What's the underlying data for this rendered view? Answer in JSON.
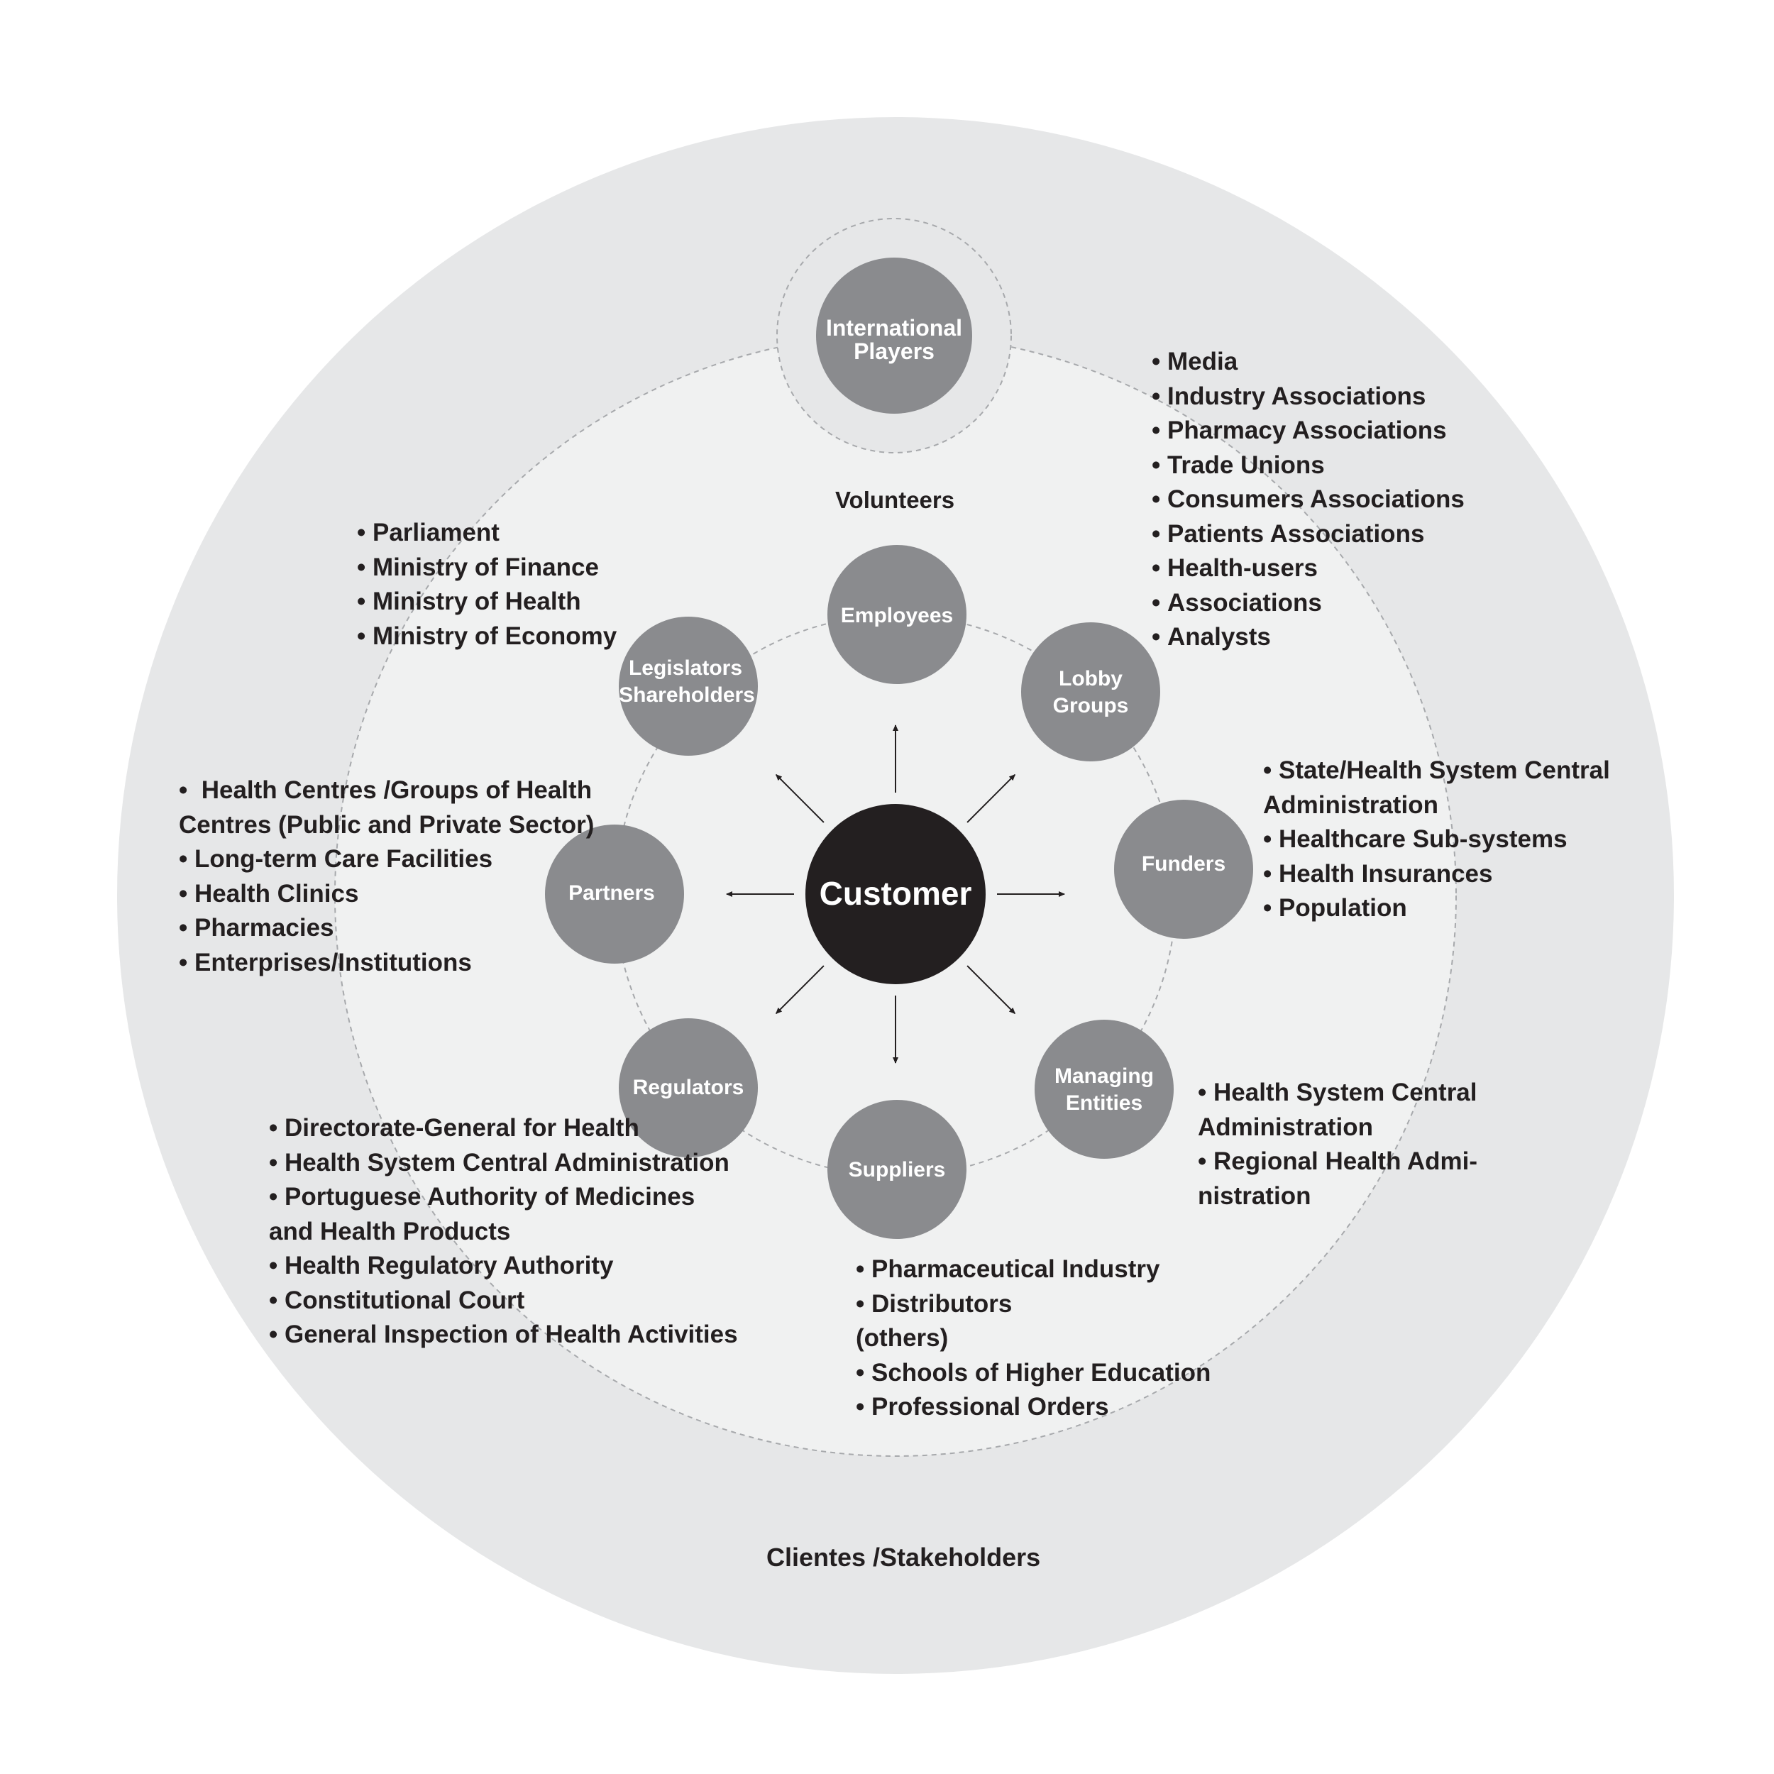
{
  "center": {
    "label": "Customer"
  },
  "nodes": {
    "international_players": {
      "lines": [
        "International",
        "Players"
      ]
    },
    "employees": {
      "lines": [
        "Employees"
      ]
    },
    "lobby_groups": {
      "lines": [
        "Lobby",
        "Groups"
      ]
    },
    "funders": {
      "lines": [
        "Funders"
      ]
    },
    "managing_entities": {
      "lines": [
        "Managing",
        "Entities"
      ]
    },
    "suppliers": {
      "lines": [
        "Suppliers"
      ]
    },
    "regulators": {
      "lines": [
        "Regulators"
      ]
    },
    "partners": {
      "lines": [
        "Partners"
      ]
    },
    "legislators": {
      "lines": [
        "Legislators",
        "Shareholders"
      ]
    }
  },
  "labels": {
    "volunteers": "Volunteers",
    "outer": "Clientes /Stakeholders"
  },
  "lists": {
    "lobby": [
      "Media",
      "Industry Associations",
      "Pharmacy Associations",
      "Trade Unions",
      "Consumers Associations",
      "Patients Associations",
      "Health-users",
      "Associations",
      "Analysts"
    ],
    "legislators": [
      "Parliament",
      "Ministry of Finance",
      "Ministry of Health",
      "Ministry of Economy"
    ],
    "partners": [
      " Health Centres /Groups of  Health",
      "Centres (Public and Private Sector)",
      "Long-term Care Facilities",
      "Health Clinics",
      "Pharmacies",
      "Enterprises/Institutions"
    ],
    "funders": [
      "State/Health System Central",
      "Administration",
      "Healthcare Sub-systems",
      "Health Insurances",
      "Population"
    ],
    "managing": [
      "Health System Central",
      "Administration",
      "Regional Health Admi-",
      "nistration"
    ],
    "regulators": [
      "Directorate-General for Health",
      "Health System Central Administration",
      "Portuguese Authority  of Medicines",
      "and Health Products",
      "Health Regulatory Authority",
      "Constitutional Court",
      "General Inspection of Health Activities"
    ],
    "suppliers": [
      "Pharmaceutical Industry",
      "Distributors",
      "(others)",
      "Schools of Higher Education",
      "Professional Orders"
    ]
  }
}
